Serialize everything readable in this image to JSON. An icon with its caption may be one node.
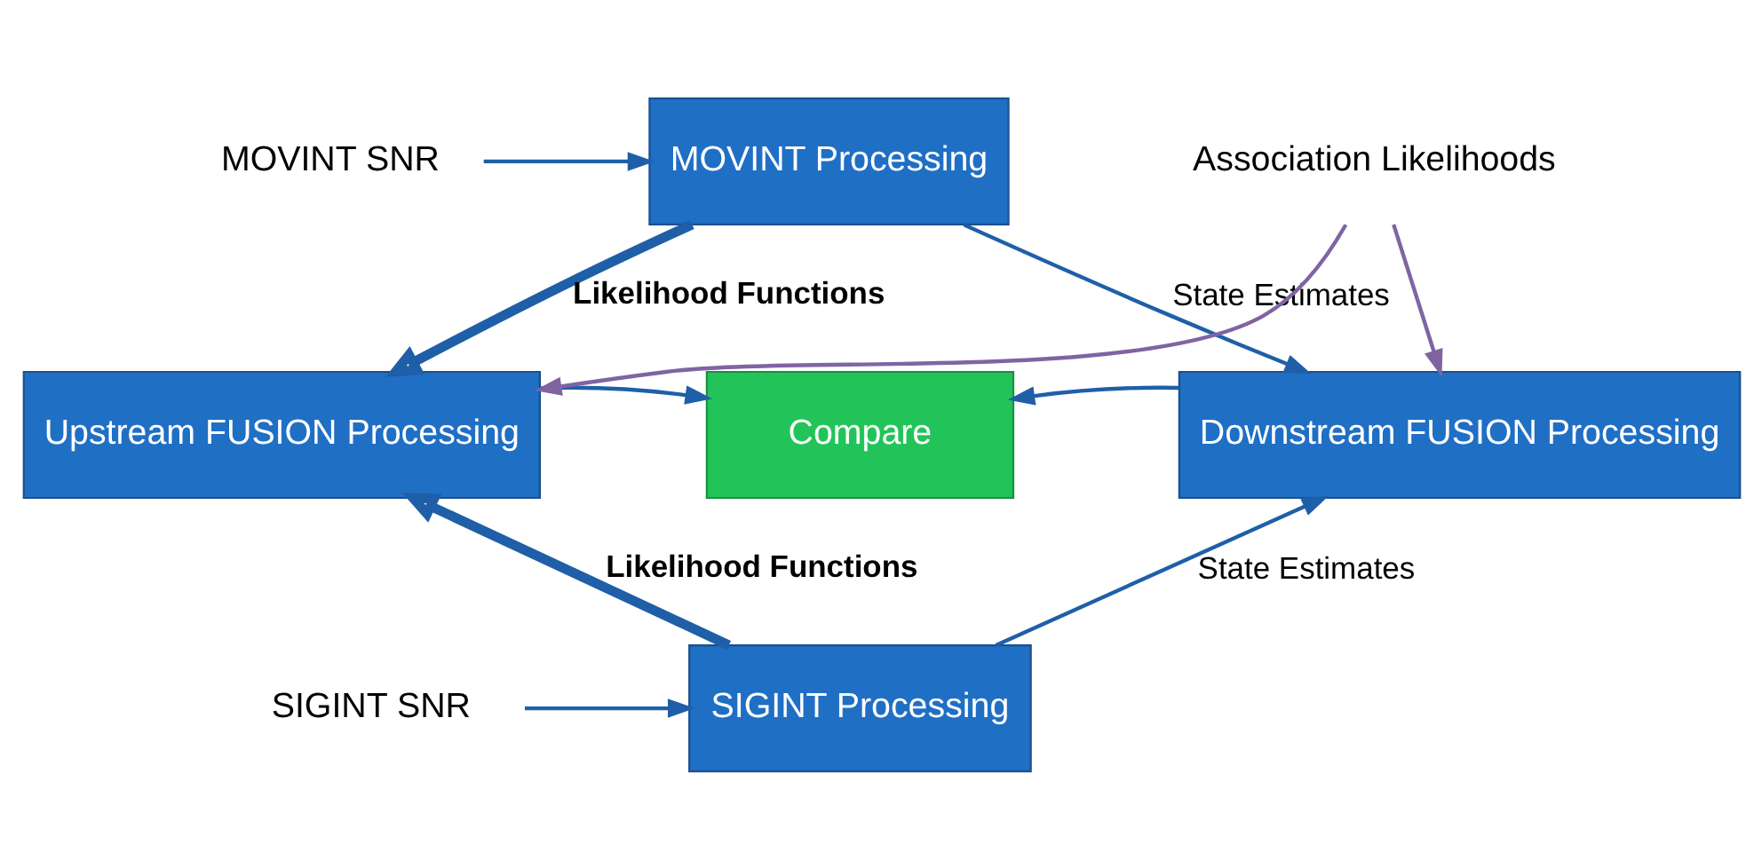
{
  "diagram": {
    "nodes": [
      {
        "text": [
          "MOVINT SNR"
        ]
      },
      {
        "text": [
          "MOVINT Processing"
        ]
      },
      {
        "text": [
          "Upstream FUSION Processing"
        ]
      },
      {
        "text": [
          "Compare"
        ]
      },
      {
        "text": [
          "Downstream FUSION Processing"
        ]
      },
      {
        "text": [
          "SIGINT Processing"
        ]
      },
      {
        "text": [
          "SIGINT SNR"
        ]
      },
      {
        "text": [
          "Association Likelihoods"
        ]
      }
    ],
    "edges": [
      {
        "from": 0,
        "to": 1,
        "arrow": "to"
      },
      {
        "from": 1,
        "to": 2,
        "arrow": "to",
        "label": "Likelihood Functions",
        "style": "thick"
      },
      {
        "from": 5,
        "to": 2,
        "arrow": "to",
        "label": "Likelihood Functions",
        "style": "thick"
      },
      {
        "from": 2,
        "to": 3,
        "arrow": "to"
      },
      {
        "from": 4,
        "to": 3,
        "arrow": "to"
      },
      {
        "from": 1,
        "to": 4,
        "arrow": "to",
        "label": "State Estimates"
      },
      {
        "from": 5,
        "to": 4,
        "arrow": "to",
        "label": "State Estimates"
      },
      {
        "from": 7,
        "to": 2,
        "arrow": "to",
        "color": "#8064a2"
      },
      {
        "from": 7,
        "to": 4,
        "arrow": "to",
        "color": "#8064a2"
      },
      {
        "from": 6,
        "to": 5,
        "arrow": "to"
      }
    ]
  }
}
